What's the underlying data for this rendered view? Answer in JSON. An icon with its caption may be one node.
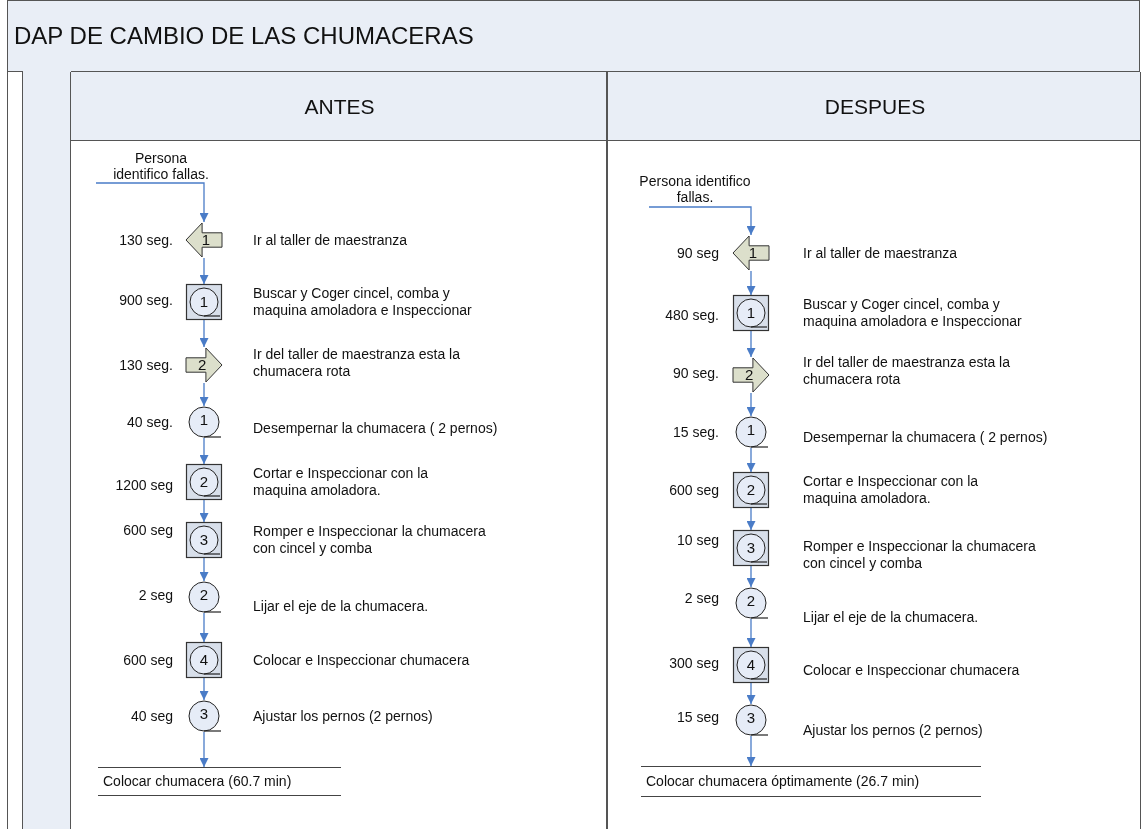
{
  "diagram": {
    "title": "DAP DE CAMBIO DE LAS CHUMACERAS",
    "nodes": [
      {
        "text": [
          "ANTES"
        ]
      },
      {
        "text": [
          "Persona identifico fallas."
        ],
        "in": 0
      },
      {
        "text": [
          "1"
        ],
        "beside": [
          "130 seg.",
          "Ir al taller de maestranza"
        ],
        "in": 0
      },
      {
        "text": [
          "1"
        ],
        "beside": [
          "900 seg.",
          "Buscar y Coger cincel, comba y maquina amoladora e Inspeccionar"
        ],
        "in": 0
      },
      {
        "text": [
          "2"
        ],
        "beside": [
          "130 seg.",
          "Ir del taller de maestranza esta la chumacera rota"
        ],
        "in": 0
      },
      {
        "text": [
          "1"
        ],
        "beside": [
          "40 seg.",
          "Desempernar la chumacera ( 2 pernos)"
        ],
        "in": 0
      },
      {
        "text": [
          "2"
        ],
        "beside": [
          "1200 seg",
          "Cortar e Inspeccionar con la maquina amoladora."
        ],
        "in": 0
      },
      {
        "text": [
          "3"
        ],
        "beside": [
          "600 seg",
          "Romper e Inspeccionar la chumacera con cincel y comba"
        ],
        "in": 0
      },
      {
        "text": [
          "2"
        ],
        "beside": [
          "2 seg",
          "Lijar el eje de la chumacera."
        ],
        "in": 0
      },
      {
        "text": [
          "4"
        ],
        "beside": [
          "600 seg",
          "Colocar e Inspeccionar chumacera"
        ],
        "in": 0
      },
      {
        "text": [
          "3"
        ],
        "beside": [
          "40 seg",
          "Ajustar los pernos (2 pernos)"
        ],
        "in": 0
      },
      {
        "text": [
          "Colocar chumacera (60.7 min)"
        ],
        "in": 0
      },
      {
        "text": [
          "DESPUES"
        ]
      },
      {
        "text": [
          "Persona identifico fallas."
        ],
        "in": 12
      },
      {
        "text": [
          "1"
        ],
        "beside": [
          "90 seg",
          "Ir al taller de maestranza"
        ],
        "in": 12
      },
      {
        "text": [
          "1"
        ],
        "beside": [
          "480 seg.",
          "Buscar y Coger cincel, comba y maquina amoladora e Inspeccionar"
        ],
        "in": 12
      },
      {
        "text": [
          "2"
        ],
        "beside": [
          "90 seg.",
          "Ir del taller de maestranza esta la chumacera rota"
        ],
        "in": 12
      },
      {
        "text": [
          "1"
        ],
        "beside": [
          "15 seg.",
          "Desempernar la chumacera ( 2 pernos)"
        ],
        "in": 12
      },
      {
        "text": [
          "2"
        ],
        "beside": [
          "600 seg",
          "Cortar e Inspeccionar con la maquina amoladora."
        ],
        "in": 12
      },
      {
        "text": [
          "3"
        ],
        "beside": [
          "10 seg",
          "Romper e Inspeccionar la chumacera con cincel y comba"
        ],
        "in": 12
      },
      {
        "text": [
          "2"
        ],
        "beside": [
          "2 seg",
          "Lijar el eje de la chumacera."
        ],
        "in": 12
      },
      {
        "text": [
          "4"
        ],
        "beside": [
          "300 seg",
          "Colocar e Inspeccionar chumacera"
        ],
        "in": 12
      },
      {
        "text": [
          "3"
        ],
        "beside": [
          "15 seg",
          "Ajustar los pernos (2 pernos)"
        ],
        "in": 12
      },
      {
        "text": [
          "Colocar chumacera óptimamente (26.7 min)"
        ],
        "in": 12
      }
    ],
    "edges": [
      {
        "from": 1,
        "to": 2,
        "arrow": "to"
      },
      {
        "from": 2,
        "to": 3,
        "arrow": "to"
      },
      {
        "from": 3,
        "to": 4,
        "arrow": "to"
      },
      {
        "from": 4,
        "to": 5,
        "arrow": "to"
      },
      {
        "from": 5,
        "to": 6,
        "arrow": "to"
      },
      {
        "from": 6,
        "to": 7,
        "arrow": "to"
      },
      {
        "from": 7,
        "to": 8,
        "arrow": "to"
      },
      {
        "from": 8,
        "to": 9,
        "arrow": "to"
      },
      {
        "from": 9,
        "to": 10,
        "arrow": "to"
      },
      {
        "from": 10,
        "to": 11,
        "arrow": "to"
      },
      {
        "from": 13,
        "to": 14,
        "arrow": "to"
      },
      {
        "from": 14,
        "to": 15,
        "arrow": "to"
      },
      {
        "from": 15,
        "to": 16,
        "arrow": "to"
      },
      {
        "from": 16,
        "to": 17,
        "arrow": "to"
      },
      {
        "from": 17,
        "to": 18,
        "arrow": "to"
      },
      {
        "from": 18,
        "to": 19,
        "arrow": "to"
      },
      {
        "from": 19,
        "to": 20,
        "arrow": "to"
      },
      {
        "from": 20,
        "to": 21,
        "arrow": "to"
      },
      {
        "from": 21,
        "to": 22,
        "arrow": "to"
      },
      {
        "from": 22,
        "to": 23,
        "arrow": "to"
      }
    ]
  }
}
